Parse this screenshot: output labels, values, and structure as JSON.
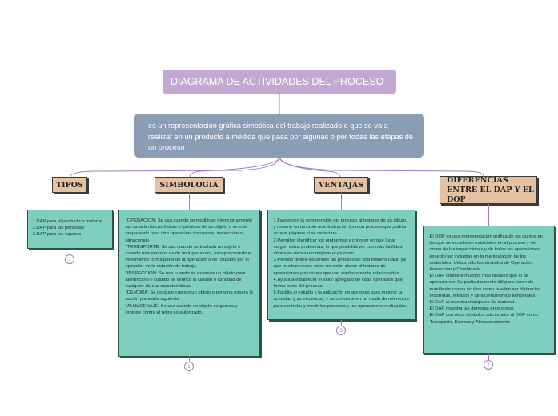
{
  "title": "DIAGRAMA DE ACTIVIDADES DEL PROCESO",
  "description": "es un representación gráfica simbólica del trabajo realizado o que se va a realizar en un producto a medida que pasa por algunas o por todas las etapas de un proceso",
  "colors": {
    "title_bg": "#c3a9d1",
    "description_bg": "#8b9db5",
    "header_bg": "#e4c2a2",
    "box_bg": "#7ecfc0",
    "connector": "#a07ab8"
  },
  "branches": [
    {
      "header": "TIPOS",
      "badge": "1",
      "text": "1.DAP para el producto o material.\n2.DAP para las personas\n3.DAP para los equipos"
    },
    {
      "header": "SIMBOLOGIA",
      "badge": "1",
      "text": "*OPERACION: Se usa cuando se modifican intencionalmente las características físicas o químicas de un objeto o se está preparando para otra operación, transporte, inspección o almacenaje\n*TRANSPORTE: Se usa cuando se traslada un objeto o cuando una persona va de un lugar a otro, excepto cuando el movimiento forma parte de la operación o es causado por el operador en la estación de trabajo.\n*INSPECCION: Se usa cuando se examina un objeto para identificarlo o cuando se verifica la calidad o cantidad de cualquier de sus características.\n*DEMORA: Se produce cuando un objeto o persona espera la acción planeada siguiente\n*ALMACENAJE: Se usa cuando un objeto se guarda y protege contra el retiro no autorizado."
    },
    {
      "header": "VENTAJAS",
      "badge": "3",
      "text": "1.Favorecen la comprensión del proceso al tratarse de un dibujo, y resume en tan solo una ilustración todo un proceso que podría ocupar páginas si se redactara.\n2.Permiten identificar los problemas y conocer en qué lugar surgen estos problemas, lo que posibilita ver con más facilidad dónde es necesario mejorar el proceso.\n3.Permite definir los límites del proceso de una manera clara, ya que muchas veces estos no están claros al tratarse de operaciones y acciones que van continuamente relacionadas.\n4.Ayuda a establecer el valor agregado de cada operación que forma parte del proceso.\n5.Facilita el estudio y la aplicación de acciones para mejorar la actividad y su eficiencia , y se convierte en un modo de referencia para controlar y medir los procesos y las operaciones realizadas."
    },
    {
      "header": "DIFERENCIAS ENTRE EL DAP Y EL DOP",
      "badge": "2",
      "text": "El DOP es una representación gráfica de los puntos en los que se introducen materiales en el proceso y del orden de las inspecciones y de todas las operaciones, excepto las incluidas en la manipulación de los materiales. Utiliza sólo los símbolos de Operación, Inspección y Combinada.\nEl DAP contiene muchos más detalles que el de operaciones. Es particularmente útil para poner de manifiesto costos ocultos como pueden ser distancias recorridas, retrasos y almacenamientos temporales.\nEl DAP si muestra manipuleo de material.\nEl DAP muestra las demoras en proceso.\nEl DAP usa otros símbolos adicionales al DOP como Transporte, Demora y Almacenamiento"
    }
  ]
}
